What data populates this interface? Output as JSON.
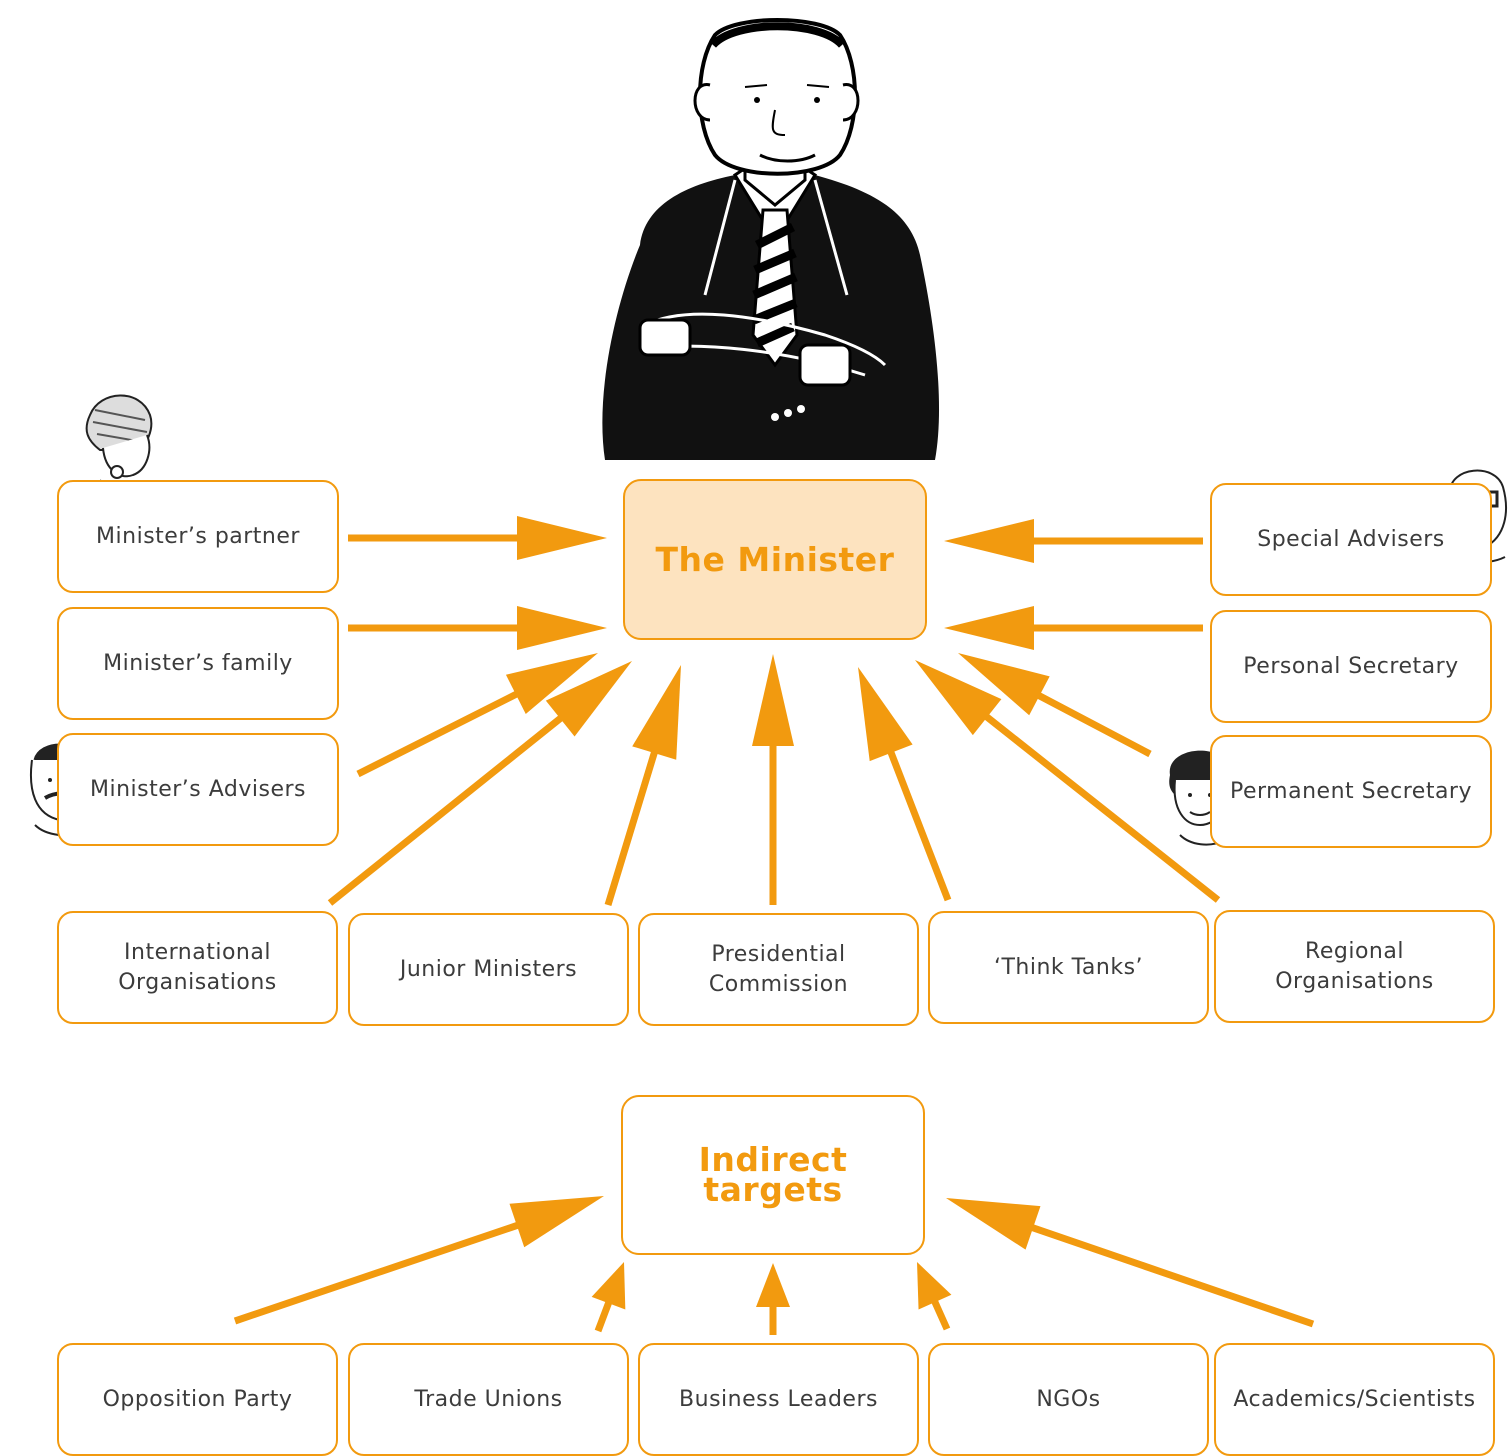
{
  "central": {
    "label": "The Minister"
  },
  "indirect": {
    "label": "Indirect targets"
  },
  "left_boxes": [
    {
      "label": "Minister’s partner"
    },
    {
      "label": "Minister’s family"
    },
    {
      "label": "Minister’s Advisers"
    }
  ],
  "right_boxes": [
    {
      "label": "Special Advisers"
    },
    {
      "label": "Personal Secretary"
    },
    {
      "label": "Permanent Secretary"
    }
  ],
  "middle_row": [
    {
      "label": "International\nOrganisations"
    },
    {
      "label": "Junior Ministers"
    },
    {
      "label": "Presidential\nCommission"
    },
    {
      "label": "‘Think Tanks’"
    },
    {
      "label": "Regional\nOrganisations"
    }
  ],
  "bottom_row": [
    {
      "label": "Opposition Party"
    },
    {
      "label": "Trade Unions"
    },
    {
      "label": "Business Leaders"
    },
    {
      "label": "NGOs"
    },
    {
      "label": "Academics/Scientists"
    }
  ],
  "colors": {
    "accent": "#f29a0f",
    "highlight_fill": "#fde3bf",
    "text": "#3c3c3c"
  },
  "illustrations": [
    "minister-illustration",
    "partner-face",
    "adviser-face",
    "special-adviser-face",
    "permanent-secretary-face"
  ]
}
